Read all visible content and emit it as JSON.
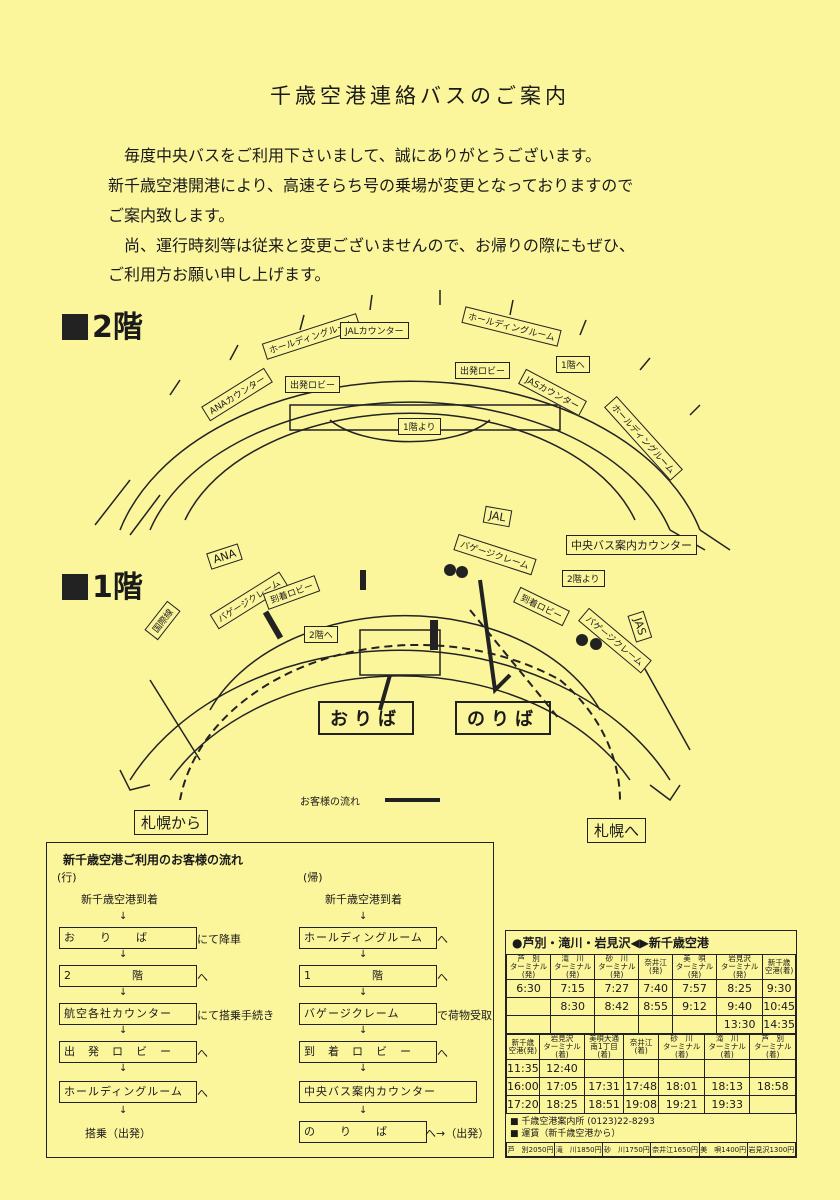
{
  "title": "千歳空港連絡バスのご案内",
  "intro": [
    "毎度中央バスをご利用下さいまして、誠にありがとうございます。",
    "新千歳空港開港により、高速そらち号の乗場が変更となっておりますので",
    "ご案内致します。",
    "尚、運行時刻等は従来と変更ございませんので、お帰りの際にもぜひ、",
    "ご利用方お願い申し上げます。"
  ],
  "floor2": {
    "label": "2階",
    "labels": [
      "ホールディングルーム",
      "JALカウンター",
      "ホールディングルーム",
      "1階へ",
      "ANAカウンター",
      "出発ロビー",
      "出発ロビー",
      "JASカウンター",
      "ホールディングルーム",
      "1階より"
    ]
  },
  "floor1": {
    "label": "1階",
    "labels": [
      "ANA",
      "JAL",
      "バゲージクレーム",
      "バゲージクレーム",
      "国際線",
      "到着ロビー",
      "到着ロビー",
      "2階へ",
      "2階より",
      "JAS",
      "バゲージクレーム"
    ],
    "info_counter": "中央バス案内カウンター",
    "oriba": "おりば",
    "noriba": "のりば",
    "from": "札幌から",
    "to": "札幌へ",
    "legend": "お客様の流れ"
  },
  "flow": {
    "title": "新千歳空港ご利用のお客様の流れ",
    "out_label": "(行)",
    "ret_label": "(帰)",
    "out_start": "新千歳空港到着",
    "out_steps": [
      {
        "box": "お　　り　　ば",
        "suffix": "にて降車"
      },
      {
        "box": "2　　　　　階",
        "suffix": "へ"
      },
      {
        "box": "航空各社カウンター",
        "suffix": "にて搭乗手続き"
      },
      {
        "box": "出　発　ロ　ビ　ー",
        "suffix": "へ"
      },
      {
        "box": "ホールディングルーム",
        "suffix": "へ"
      }
    ],
    "out_end": "搭乗（出発）",
    "ret_start": "新千歳空港到着",
    "ret_steps": [
      {
        "box": "ホールディングルーム",
        "suffix": "へ"
      },
      {
        "box": "1　　　　　階",
        "suffix": "へ"
      },
      {
        "box": "バゲージクレーム",
        "suffix": "で荷物受取"
      },
      {
        "box": "到　着　ロ　ビ　ー",
        "suffix": "へ"
      },
      {
        "box": "中央バス案内カウンター",
        "suffix": ""
      },
      {
        "box": "の　　り　　ば",
        "suffix": "へ→（出発）"
      }
    ]
  },
  "timetable": {
    "title": "●芦別・滝川・岩見沢◀▶新千歳空港",
    "out_headers": [
      "芦　別\nターミナル(発)",
      "滝　川\nターミナル(発)",
      "砂　川\nターミナル(発)",
      "奈井江(発)",
      "美　唄\nターミナル(発)",
      "岩見沢\nターミナル(発)",
      "新千歳\n空港(着)"
    ],
    "out_rows": [
      [
        "6:30",
        "7:15",
        "7:27",
        "7:40",
        "7:57",
        "8:25",
        "9:30"
      ],
      [
        "",
        "8:30",
        "8:42",
        "8:55",
        "9:12",
        "9:40",
        "10:45"
      ],
      [
        "",
        "",
        "",
        "",
        "",
        "13:30",
        "14:35"
      ]
    ],
    "ret_headers": [
      "新千歳\n空港(発)",
      "岩見沢\nターミナル(着)",
      "美唄大通\n南1丁目(着)",
      "奈井江(着)",
      "砂　川\nターミナル(着)",
      "滝　川\nターミナル(着)",
      "芦　別\nターミナル(着)"
    ],
    "ret_rows": [
      [
        "11:35",
        "12:40",
        "",
        "",
        "",
        "",
        ""
      ],
      [
        "16:00",
        "17:05",
        "17:31",
        "17:48",
        "18:01",
        "18:13",
        "18:58"
      ],
      [
        "17:20",
        "18:25",
        "18:51",
        "19:08",
        "19:21",
        "19:33",
        ""
      ]
    ],
    "notes": [
      "■ 千歳空港案内所 (0123)22-8293",
      "■ 運賃（新千歳空港から）"
    ],
    "fares": [
      "芦　別2050円",
      "滝　川1850円",
      "砂　川1750円",
      "奈井江1650円",
      "美　唄1400円",
      "岩見沢1300円"
    ]
  }
}
